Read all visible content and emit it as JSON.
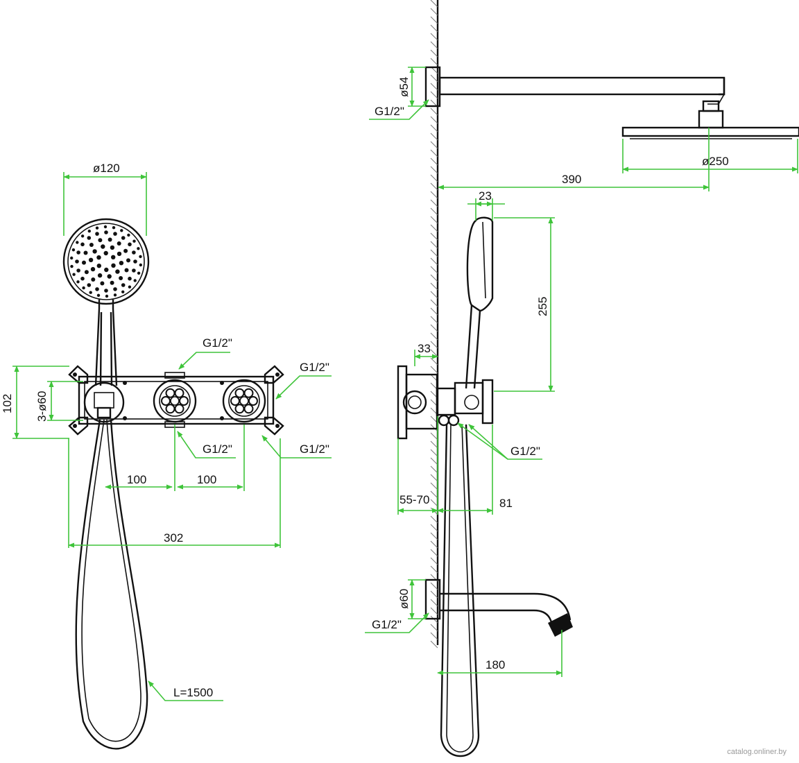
{
  "labels": {
    "d120": "ø120",
    "g12_top_front": "G1/2\"",
    "g12_right_top": "G1/2\"",
    "g12_bottom_front": "G1/2\"",
    "g12_right_bottom": "G1/2\"",
    "d102": "102",
    "d3_60": "3-ø60",
    "d100_left": "100",
    "d100_right": "100",
    "d302": "302",
    "hose_len": "L=1500",
    "d54": "ø54",
    "g12_head": "G1/2\"",
    "d250": "ø250",
    "d390": "390",
    "d23": "23",
    "d255": "255",
    "d33": "33",
    "g12_side": "G1/2\"",
    "d55_70": "55-70",
    "d81": "81",
    "d60": "ø60",
    "g12_spout": "G1/2\"",
    "d180": "180"
  },
  "watermark": "catalog.onliner.by",
  "colors": {
    "dimension": "#3fc43a",
    "outline": "#111111"
  }
}
